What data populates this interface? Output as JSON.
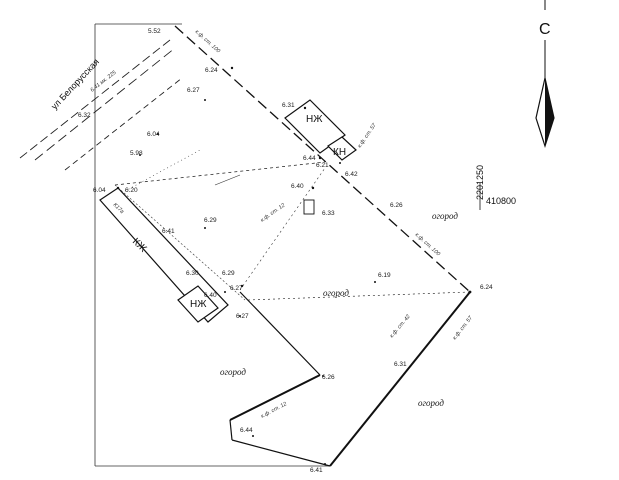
{
  "street": {
    "name": "ул Белорусская"
  },
  "north_arrow": {
    "letter": "С",
    "icon": "north-arrow-icon"
  },
  "grid_coords": {
    "northing": "2201250",
    "easting": "410800"
  },
  "buildings": [
    {
      "id": "kzh",
      "label": "КЖ"
    },
    {
      "id": "nzh-top",
      "label": "НЖ"
    },
    {
      "id": "kn",
      "label": "КН"
    },
    {
      "id": "nzh-bottom",
      "label": "НЖ"
    }
  ],
  "land_use": {
    "garden_1": "огород",
    "garden_2": "огород",
    "garden_3": "огород",
    "garden_4": "огород"
  },
  "annotations": {
    "a1": "к.ф. ст. 100",
    "a2": "6.41 мк. 225",
    "a3": "к.ф. ст. 12",
    "a4": "к.ф. ст. 100",
    "a5": "к.ф. ст. 42",
    "a6": "к.ф. ст. 57",
    "a7": "к.ф. ст. 12",
    "a8": "к.ф. ст. 57",
    "a9": "К17а"
  },
  "elevations": {
    "e1": "5.52",
    "e2": "6.24",
    "e3": "6.27",
    "e4": "6.32",
    "e5": "6.04",
    "e6": "5.98",
    "e7": "6.04",
    "e8": "6.20",
    "e9": "6.41",
    "e10": "6.29",
    "e11": "6.31",
    "e12": "6.44",
    "e13": "6.21",
    "e14": "6.42",
    "e15": "6.40",
    "e16": "6.33",
    "e17": "6.26",
    "e18": "6.30",
    "e19": "6.29",
    "e20": "6.40",
    "e21": "6.27",
    "e22": "6.27",
    "e23": "6.19",
    "e24": "6.24",
    "e25": "6.31",
    "e26": "6.26",
    "e27": "6.44",
    "e28": "6.41"
  }
}
